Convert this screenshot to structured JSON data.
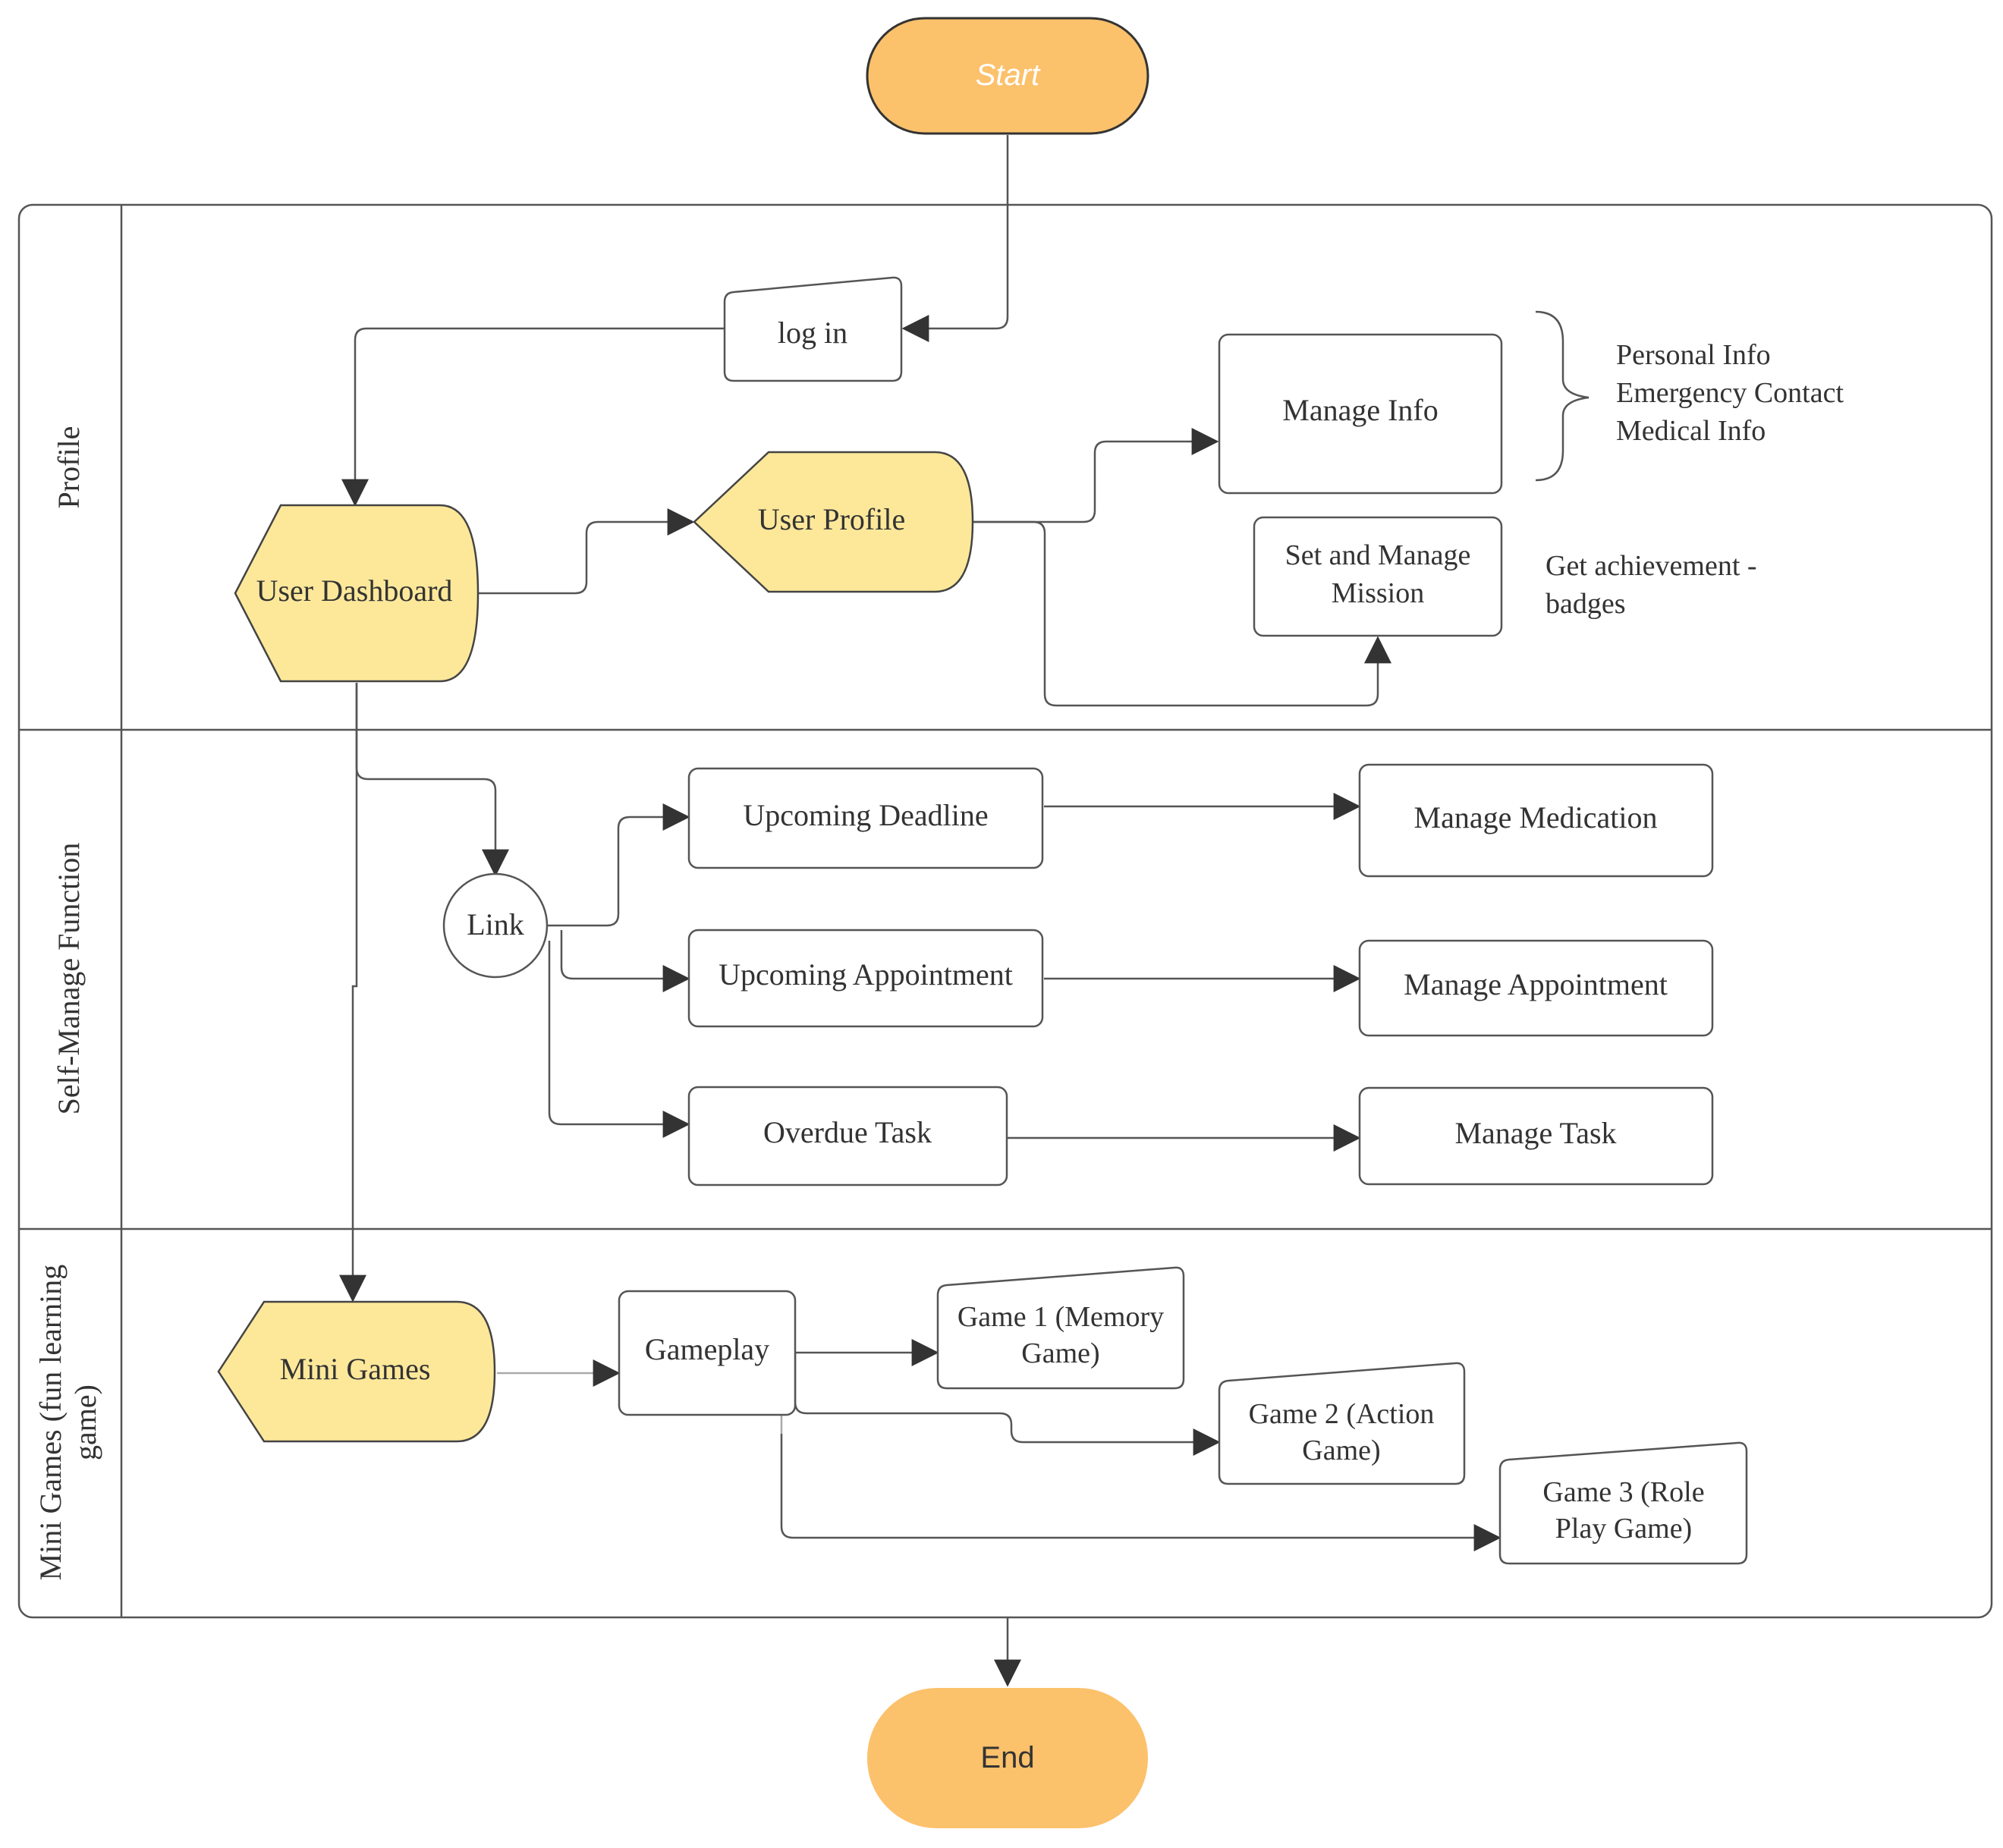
{
  "colors": {
    "terminal_fill": "#fcc16b",
    "terminal_stroke": "#333333",
    "display_fill": "#fde89a",
    "display_stroke": "#444444",
    "line": "#555555",
    "start_text": "#ffffff",
    "end_text": "#333333"
  },
  "start": {
    "label": "Start"
  },
  "end": {
    "label": "End"
  },
  "lanes": {
    "profile": "Profile",
    "self_manage": "Self-Manage Function",
    "mini_games_line1": "Mini Games (fun learning",
    "mini_games_line2": "game)"
  },
  "nodes": {
    "log_in": "log in",
    "user_dashboard": "User Dashboard",
    "user_profile": "User Profile",
    "manage_info": "Manage Info",
    "set_manage_mission_line1": "Set and Manage",
    "set_manage_mission_line2": "Mission",
    "link": "Link",
    "upcoming_deadline": "Upcoming Deadline",
    "upcoming_appointment": "Upcoming Appointment",
    "overdue_task": "Overdue Task",
    "manage_medication": "Manage Medication",
    "manage_appointment": "Manage Appointment",
    "manage_task": "Manage Task",
    "mini_games": "Mini Games",
    "gameplay": "Gameplay",
    "game1_line1": "Game 1 (Memory",
    "game1_line2": "Game)",
    "game2_line1": "Game 2 (Action",
    "game2_line2": "Game)",
    "game3_line1": "Game 3 (Role",
    "game3_line2": "Play Game)"
  },
  "annotations": {
    "info_items": [
      "Personal Info",
      "Emergency Contact",
      "Medical Info"
    ],
    "achievement_line1": "Get achievement -",
    "achievement_line2": "badges"
  }
}
